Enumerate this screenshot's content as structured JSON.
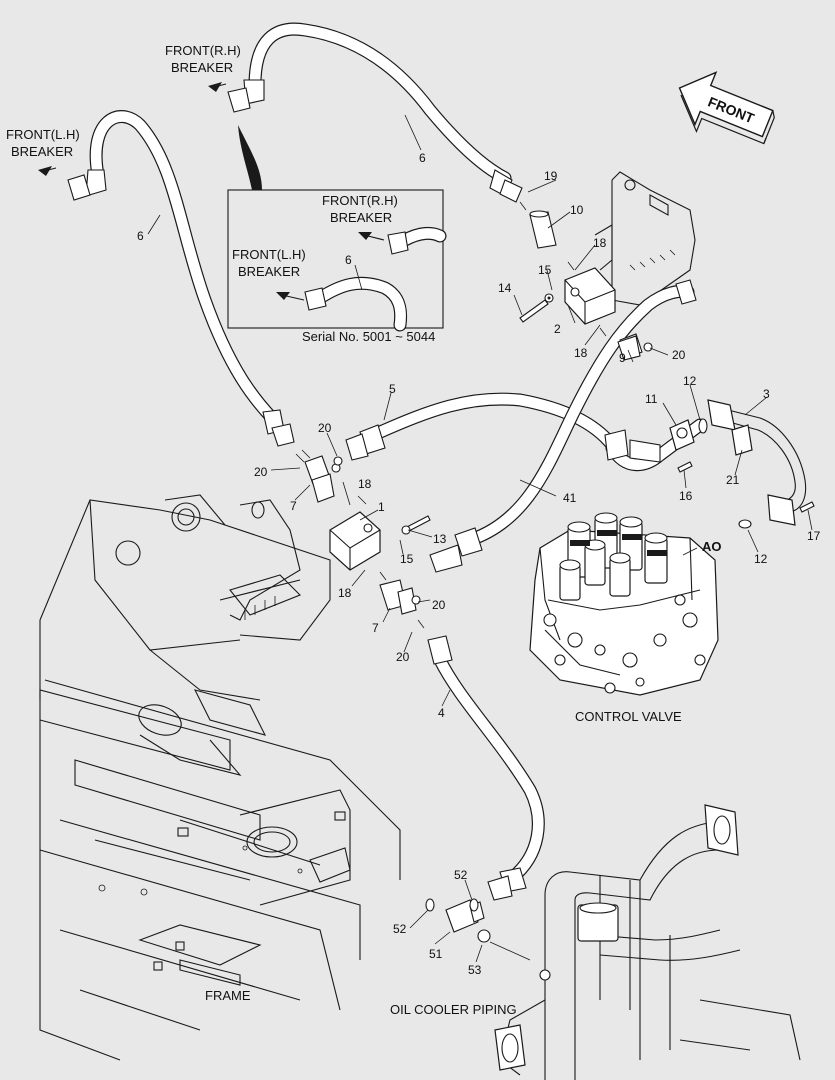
{
  "labels": {
    "front_rh_top": [
      "FRONT(R.H)",
      "BREAKER"
    ],
    "front_lh_top": [
      "FRONT(L.H)",
      "BREAKER"
    ],
    "inset_front_rh": [
      "FRONT(R.H)",
      "BREAKER"
    ],
    "inset_front_lh": [
      "FRONT(L.H)",
      "BREAKER"
    ],
    "serial": "Serial No. 5001 ~ 5044",
    "front_arrow": "FRONT",
    "control_valve": "CONTROL VALVE",
    "ao": "AO",
    "frame": "FRAME",
    "oil_cooler": "OIL COOLER PIPING"
  },
  "callouts": {
    "c1": "1",
    "c2": "2",
    "c3": "3",
    "c4": "4",
    "c5": "5",
    "c6a": "6",
    "c6b": "6",
    "c6c": "6",
    "c7a": "7",
    "c7b": "7",
    "c9": "9",
    "c10": "10",
    "c11": "11",
    "c12a": "12",
    "c12b": "12",
    "c13": "13",
    "c14": "14",
    "c15a": "15",
    "c15b": "15",
    "c16": "16",
    "c17": "17",
    "c18a": "18",
    "c18b": "18",
    "c18c": "18",
    "c18d": "18",
    "c19": "19",
    "c20a": "20",
    "c20b": "20",
    "c20c": "20",
    "c20d": "20",
    "c20e": "20",
    "c21": "21",
    "c41": "41",
    "c51": "51",
    "c52a": "52",
    "c52b": "52",
    "c53": "53"
  }
}
